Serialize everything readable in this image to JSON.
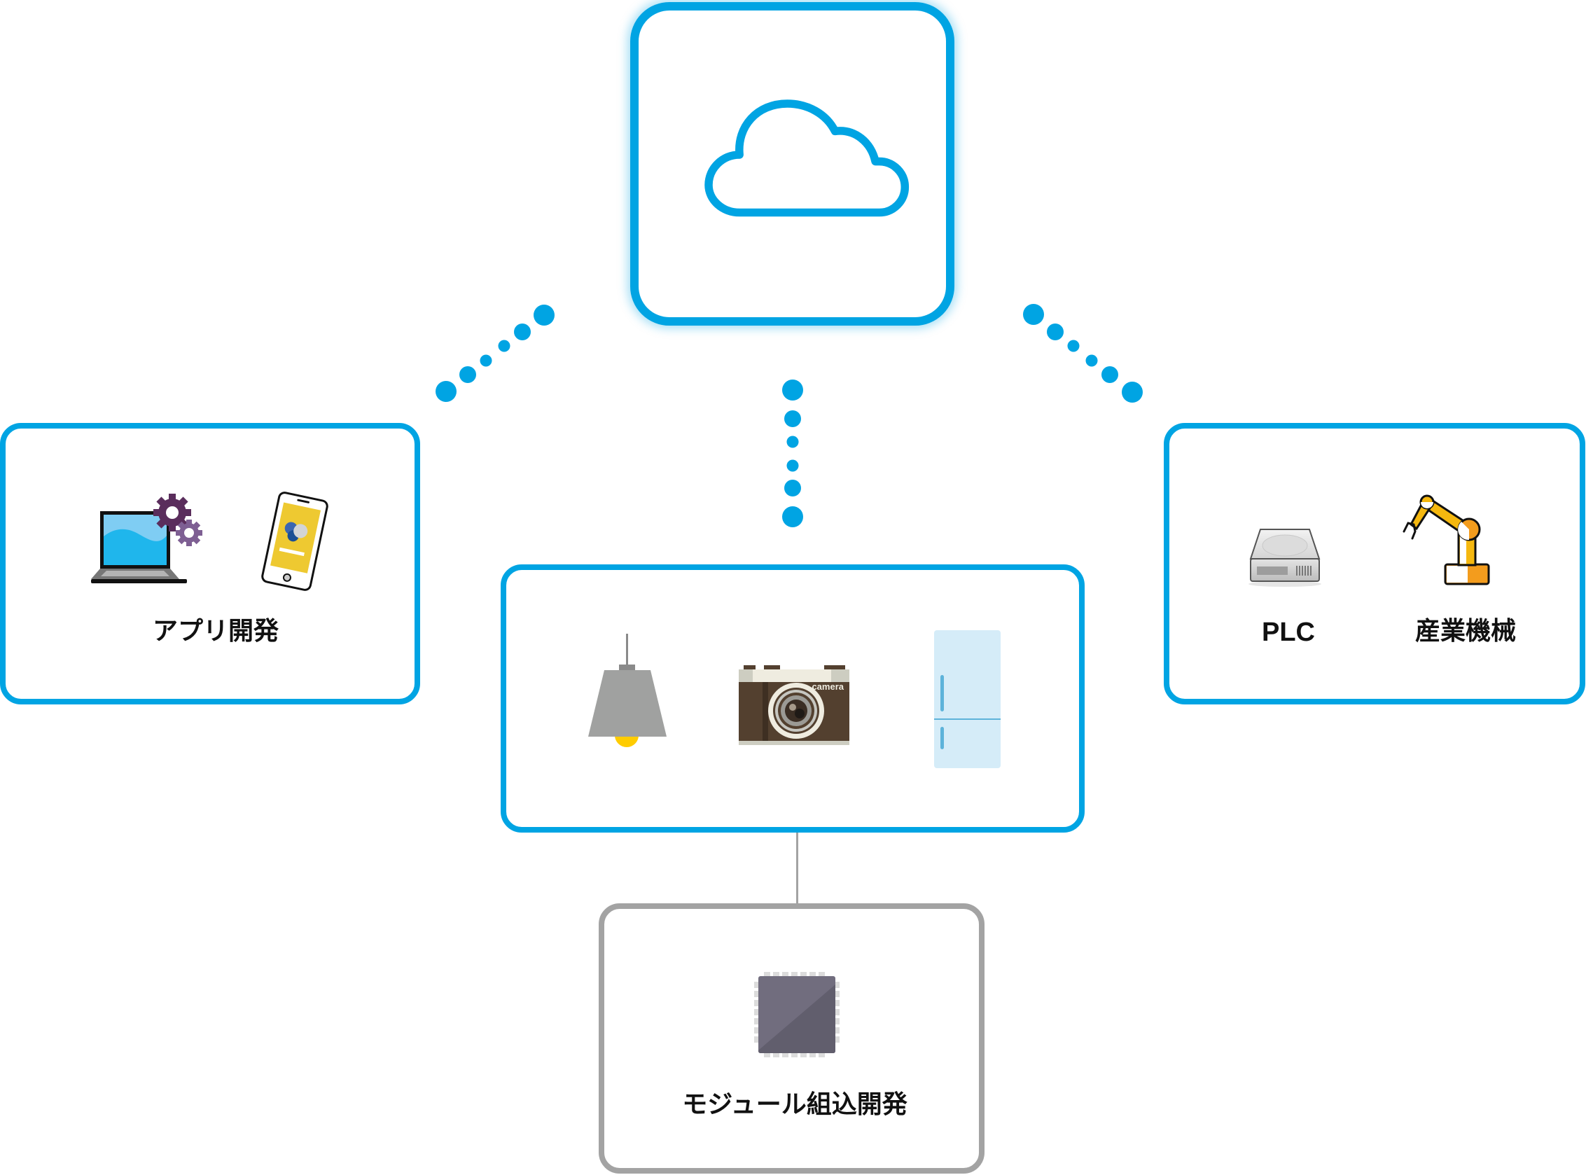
{
  "diagram": {
    "title": "",
    "accent_color": "#00a4e3",
    "module_color": "#a3a3a3",
    "nodes": {
      "cloud": {
        "icon": "cloud-icon"
      },
      "app_dev": {
        "label": "アプリ開発",
        "icons": [
          "laptop-gears-icon",
          "smartphone-icon"
        ]
      },
      "devices": {
        "icons": [
          "pendant-lamp-icon",
          "camera-icon",
          "refrigerator-icon"
        ],
        "camera_text": "camera"
      },
      "industrial": {
        "items": [
          {
            "label": "PLC",
            "icon": "plc-drive-icon"
          },
          {
            "label": "産業機械",
            "icon": "robot-arm-icon"
          }
        ]
      },
      "module": {
        "label": "モジュール組込開発",
        "icon": "chip-icon"
      }
    },
    "connections": [
      {
        "from": "cloud",
        "to": "app_dev",
        "style": "dotted"
      },
      {
        "from": "cloud",
        "to": "devices",
        "style": "dotted"
      },
      {
        "from": "cloud",
        "to": "industrial",
        "style": "dotted"
      },
      {
        "from": "devices",
        "to": "module",
        "style": "solid"
      }
    ]
  }
}
